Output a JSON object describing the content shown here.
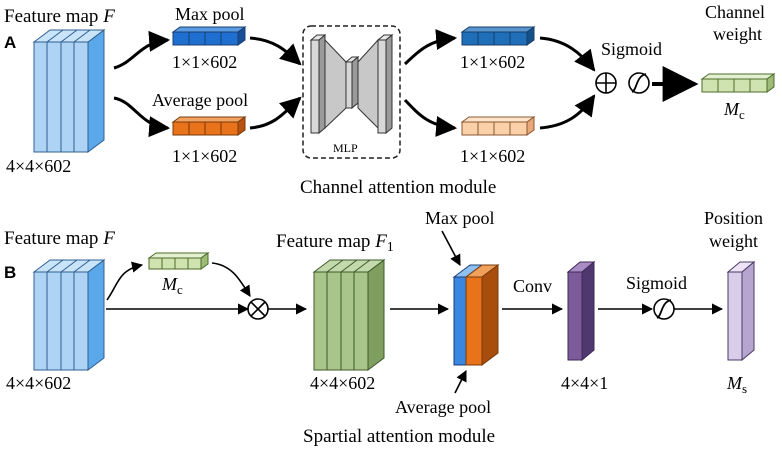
{
  "panel_a": {
    "letter": "A",
    "input_label": "Feature map",
    "input_var": "F",
    "input_dims": "4×4×602",
    "max_pool_label": "Max pool",
    "max_pool_dims": "1×1×602",
    "avg_pool_label": "Average pool",
    "avg_pool_dims": "1×1×602",
    "mlp_label": "MLP",
    "mlp_out_top_dims": "1×1×602",
    "mlp_out_bottom_dims": "1×1×602",
    "sigmoid_label": "Sigmoid",
    "output_label_line1": "Channel",
    "output_label_line2": "weight",
    "output_var": "M",
    "output_sub": "c",
    "caption": "Channel attention module"
  },
  "panel_b": {
    "letter": "B",
    "input_label": "Feature map",
    "input_var": "F",
    "input_dims": "4×4×602",
    "weight_var": "M",
    "weight_sub": "c",
    "f1_label": "Feature map",
    "f1_var": "F",
    "f1_sub": "1",
    "f1_dims": "4×4×602",
    "max_pool_label": "Max pool",
    "avg_pool_label": "Average pool",
    "conv_label": "Conv",
    "conv_dims": "4×4×1",
    "sigmoid_label": "Sigmoid",
    "output_label_line1": "Position",
    "output_label_line2": "weight",
    "output_var": "M",
    "output_sub": "s",
    "caption": "Spartial attention module"
  },
  "colors": {
    "feature_front": "#aed3f5",
    "feature_side": "#5aa7ea",
    "max_pool": "#1f6fd0",
    "avg_pool": "#e8731a",
    "mlp_out_top": "#1f6fb8",
    "mlp_out_bottom": "#fbcfa8",
    "channel_weight": "#cfe3b0",
    "fmap_f1": "#a9c58c",
    "conv": "#7d5a9a",
    "position_weight": "#d9cdea"
  }
}
